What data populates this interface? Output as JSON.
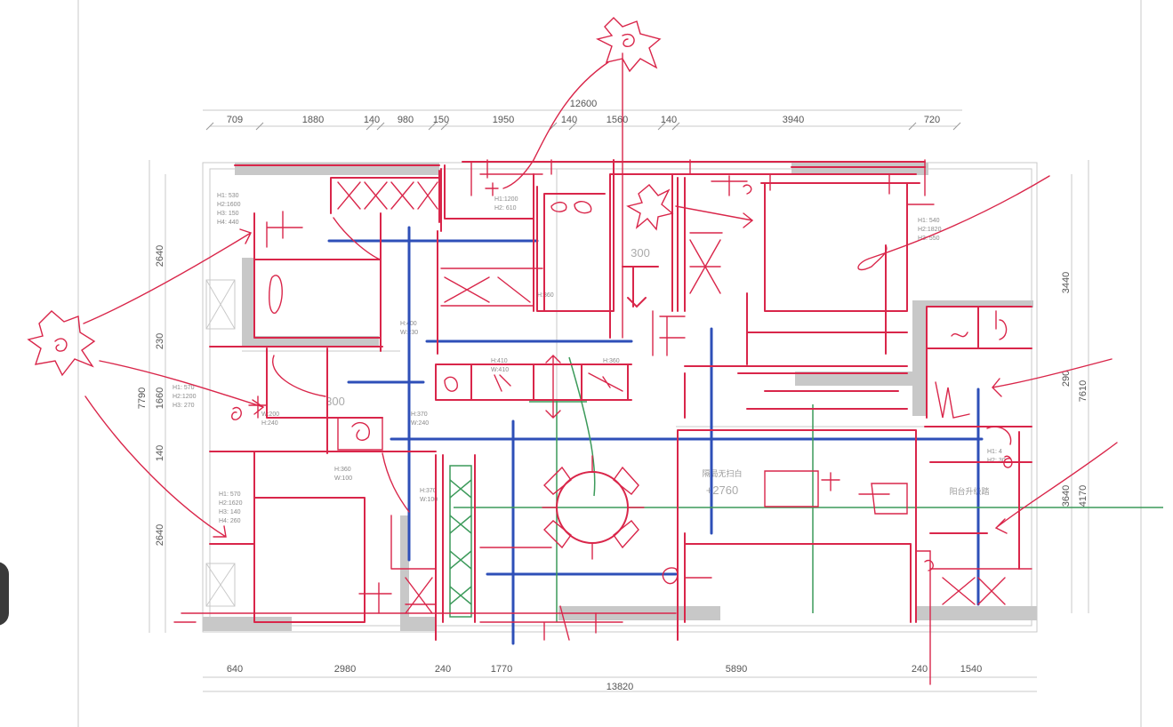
{
  "plan": {
    "top_total": "12600",
    "top_dims": [
      "709",
      "1880",
      "140",
      "980",
      "150",
      "1950",
      "140",
      "1560",
      "140",
      "3940",
      "720"
    ],
    "bottom_dims": [
      "640",
      "2980",
      "240",
      "1770",
      "5890",
      "240",
      "1540"
    ],
    "bottom_total": "13820",
    "left_dims": [
      "2640",
      "230",
      "1660",
      "140",
      "2640"
    ],
    "left_total": "7790",
    "right_dims": [
      "3440",
      "290",
      "3640"
    ],
    "right_totals": [
      "7610",
      "4170"
    ],
    "room_labels": {
      "bed1": [
        "H1: 530",
        "H2:1600",
        "H3: 150",
        "H4: 440"
      ],
      "bath1": [
        "H1: 570",
        "H2:1200",
        "H3: 270"
      ],
      "bed2": [
        "H1: 570",
        "H2:1620",
        "H3: 140",
        "H4: 260"
      ],
      "bed_master": [
        "H1: 540",
        "H2:1820",
        "H3: 550"
      ],
      "kitchen": [
        "H1:1200",
        "H2: 610"
      ],
      "closet1": [
        "H:360"
      ],
      "closet2": [
        "H:400",
        "W:230"
      ],
      "wet": [
        "W:200",
        "H:240"
      ],
      "c3": [
        "H:410",
        "W:410"
      ],
      "c4": [
        "H:360"
      ],
      "c5": [
        "H:370",
        "W:240"
      ],
      "c6": [
        "H:360",
        "W:100"
      ],
      "c7": [
        "H:370",
        "W:100"
      ],
      "balcony": [
        "H1: 4",
        "H2: 30"
      ],
      "mid_num": "300",
      "bath_num": "300"
    },
    "living_label": "隔局无扫白",
    "living_elev": "+2760",
    "balcony_label": "阳台升级踏"
  },
  "colors": {
    "annotation_red": "#d9264a",
    "annotation_blue": "#2e4fb8",
    "annotation_green": "#3c9a5a",
    "wall_gray": "#c8c8c8"
  },
  "icons": [
    "mouse-icon",
    "star-symbol-icon"
  ]
}
